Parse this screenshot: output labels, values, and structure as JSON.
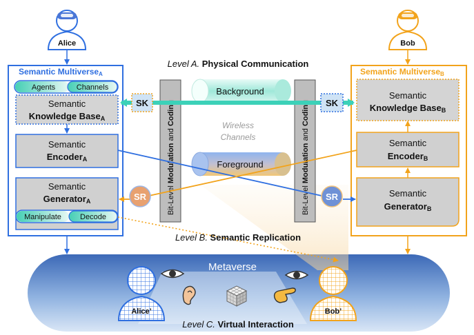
{
  "users": {
    "alice": "Alice",
    "bob": "Bob",
    "alice_avatar": "Alice’",
    "bob_avatar": "Bob’"
  },
  "left_panel": {
    "title": "Semantic Multiverse",
    "title_sub": "A",
    "tabs": [
      "Agents",
      "Channels"
    ],
    "kb_line1": "Semantic",
    "kb_line2": "Knowledge Base",
    "kb_sub": "A",
    "enc_line1": "Semantic",
    "enc_line2": "Encoder",
    "enc_sub": "A",
    "gen_line1": "Semantic",
    "gen_line2": "Generator",
    "gen_sub": "A",
    "gen_tabs": [
      "Manipulate",
      "Decode"
    ]
  },
  "right_panel": {
    "title": "Semantic Multiverse",
    "title_sub": "B",
    "kb_line1": "Semantic",
    "kb_line2": "Knowledge Base",
    "kb_sub": "B",
    "enc_line1": "Semantic",
    "enc_line2": "Encoder",
    "enc_sub": "B",
    "gen_line1": "Semantic",
    "gen_line2": "Generator",
    "gen_sub": "B"
  },
  "badges": {
    "sk": "SK",
    "sr": "SR"
  },
  "modulation": {
    "prefix": "Bit-Level ",
    "bold1": "Modulation",
    "mid": " and ",
    "bold2": "Coding"
  },
  "channels": {
    "background": "Background",
    "foreground": "Foreground",
    "wireless_line1": "Wireless",
    "wireless_line2": "Channels"
  },
  "levels": {
    "a_prefix": "Level A. ",
    "a_title": "Physical Communication",
    "b_prefix": "Level B. ",
    "b_title": "Semantic Replication",
    "c_prefix": "Level C. ",
    "c_title": "Virtual Interaction"
  },
  "metaverse": "Metaverse",
  "colors": {
    "blue": "#2f6fe0",
    "orange": "#f2a31b",
    "teal": "#3cd1b8",
    "box_grey": "#d0d0d0",
    "metaverse_dark": "#3a67b5",
    "metaverse_light": "#c6daf2"
  }
}
